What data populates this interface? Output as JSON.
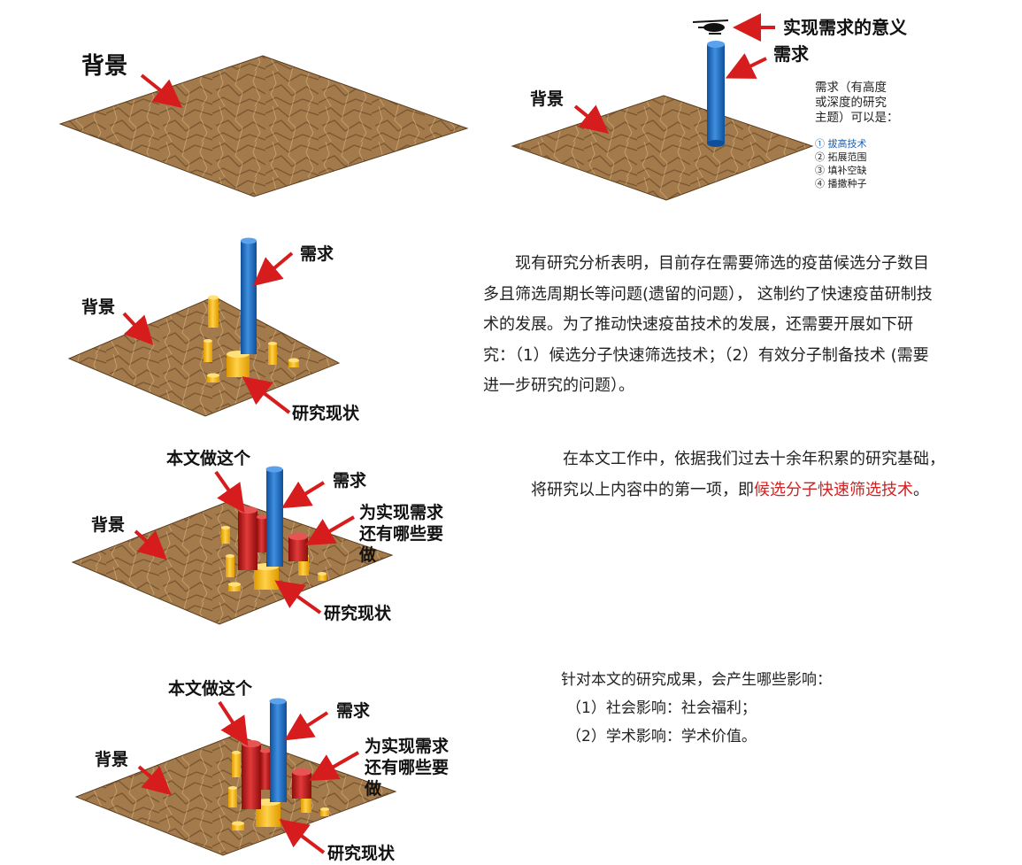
{
  "colors": {
    "ground": "#9c7446",
    "ground_dark": "#6e4f2c",
    "demand_bar": "#1f6fc4",
    "status_bar": "#f5b400",
    "this_paper_bar": "#c41717",
    "arrow": "#d61c1c",
    "highlight": "#d32020"
  },
  "icons": [
    "helicopter-icon"
  ],
  "labels": {
    "background": "背景",
    "demand": "需求",
    "meaning": "实现需求的意义",
    "status": "研究现状",
    "this_paper": "本文做这个",
    "todo_line1": "为实现需求",
    "todo_line2": "还有哪些要",
    "todo_line3": "做"
  },
  "demand_note": {
    "line1": "需求（有高度",
    "line2": "或深度的研究",
    "line3": "主题）可以是：",
    "items": [
      "① 拔高技术",
      "② 拓展范围",
      "③ 填补空缺",
      "④ 播撒种子"
    ]
  },
  "paragraph1": "现有研究分析表明，目前存在需要筛选的疫苗候选分子数目多且筛选周期长等问题(遗留的问题）， 这制约了快速疫苗研制技术的发展。为了推动快速疫苗技术的发展，还需要开展如下研究：（1）候选分子快速筛选技术；（2）有效分子制备技术 (需要进一步研究的问题）。",
  "paragraph2": {
    "before": "在本文工作中，依据我们过去十余年积累的研究基础，将研究以上内容中的第一项，即",
    "highlight": "候选分子快速筛选技术",
    "after": "。"
  },
  "impact": {
    "intro": "针对本文的研究成果，会产生哪些影响：",
    "items": [
      "（1）社会影响：社会福利；",
      "（2）学术影响：学术价值。"
    ]
  }
}
